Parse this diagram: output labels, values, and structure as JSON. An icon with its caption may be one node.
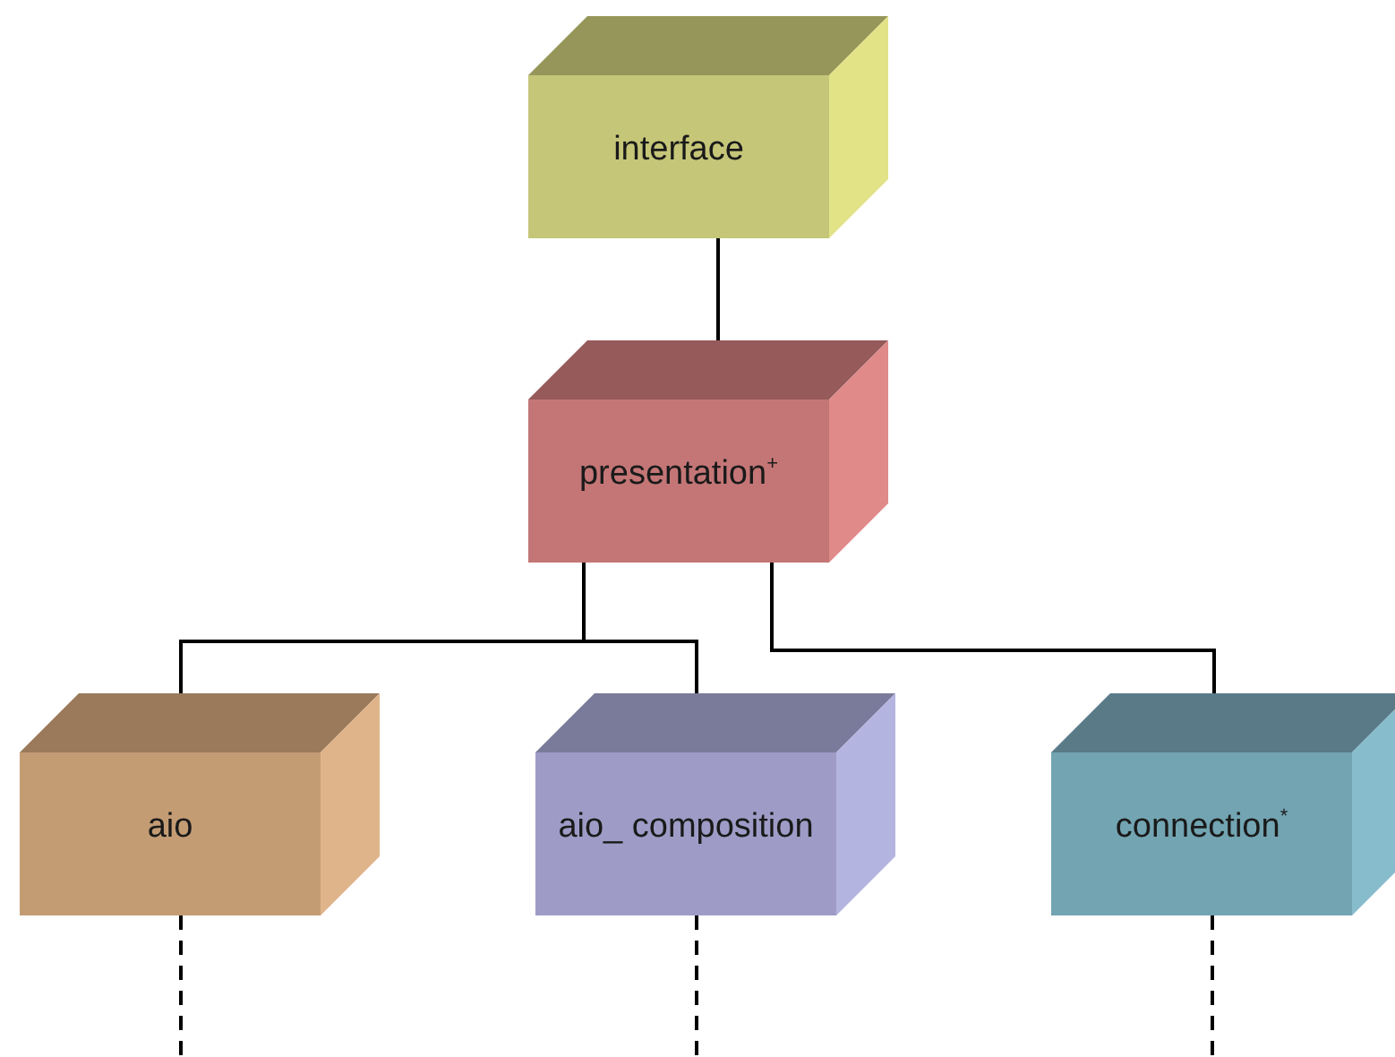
{
  "diagram": {
    "nodes": [
      {
        "text": [
          "interface"
        ]
      },
      {
        "text": [
          "presentation$^{+}$"
        ]
      },
      {
        "text": [
          "aio"
        ]
      },
      {
        "text": [
          "aio_ composition"
        ]
      },
      {
        "text": [
          "connection$^{*}$"
        ]
      }
    ],
    "edges": [
      {
        "from": 0,
        "to": 1,
        "arrow": "none"
      },
      {
        "from": 1,
        "to": 2,
        "arrow": "none"
      },
      {
        "from": 1,
        "to": 3,
        "arrow": "none"
      },
      {
        "from": 1,
        "to": 4,
        "arrow": "none"
      },
      {
        "from": 2,
        "to": null,
        "arrow": "none",
        "style": "dashed"
      },
      {
        "from": 3,
        "to": null,
        "arrow": "none",
        "style": "dashed"
      },
      {
        "from": 4,
        "to": null,
        "arrow": "none",
        "style": "dashed"
      }
    ]
  }
}
